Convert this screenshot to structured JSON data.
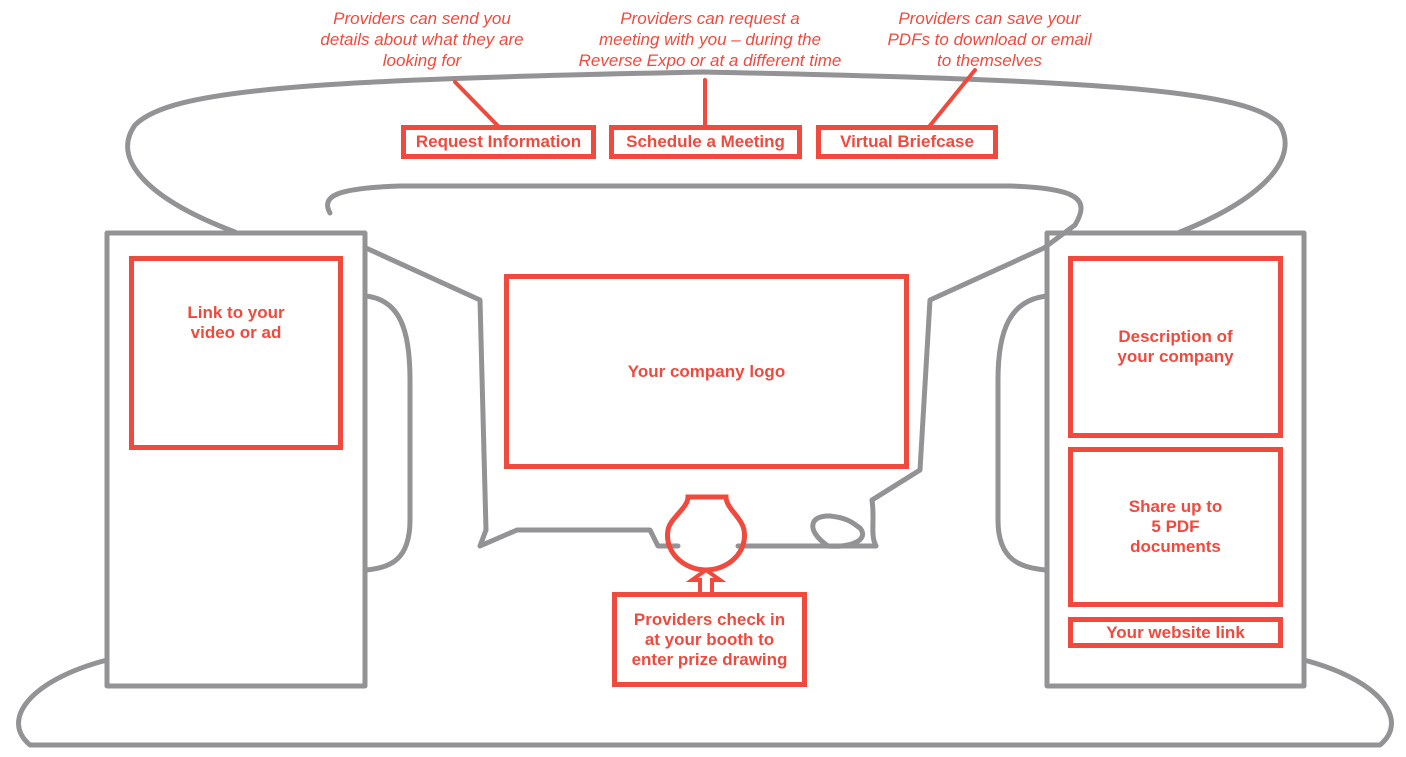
{
  "annotations": {
    "request_info_note": "Providers can send you\ndetails about what they are\nlooking for",
    "meeting_note": "Providers can request a\nmeeting with you – during the\nReverse Expo or at a different time",
    "briefcase_note": "Providers can save your\nPDFs to download or email\nto themselves"
  },
  "buttons": {
    "request_information": "Request Information",
    "schedule_meeting": "Schedule a Meeting",
    "virtual_briefcase": "Virtual Briefcase"
  },
  "panels": {
    "video": "Link to your\nvideo or ad",
    "logo": "Your company logo",
    "description": "Description of\nyour company",
    "pdfs": "Share up to\n5 PDF\ndocuments",
    "website": "Your website link",
    "checkin": "Providers check in\nat your booth to\nenter prize drawing"
  },
  "colors": {
    "accent": "#f04a3e",
    "outline": "#939396"
  }
}
